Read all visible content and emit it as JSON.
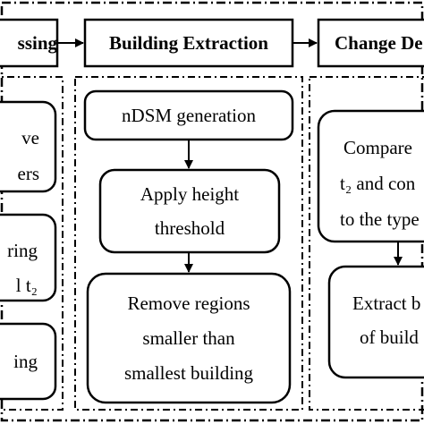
{
  "headers": {
    "preprocessing": "ssing",
    "building_extraction": "Building Extraction",
    "change_detection": "Change De"
  },
  "left_column": {
    "box1_line1": "ve",
    "box1_line2": "ers",
    "box2_line1": "ring",
    "box2_line2": "l t₂",
    "box3_line1": "ing"
  },
  "middle_column": {
    "ndsm": "nDSM generation",
    "apply_line1": "Apply height",
    "apply_line2": "threshold",
    "remove_line1": "Remove regions",
    "remove_line2": "smaller than",
    "remove_line3": "smallest building"
  },
  "right_column": {
    "compare_line1": "Compare",
    "compare_line2": "t₂ and con",
    "compare_line3": "to the type",
    "extract_line1": "Extract b",
    "extract_line2": "of build"
  }
}
